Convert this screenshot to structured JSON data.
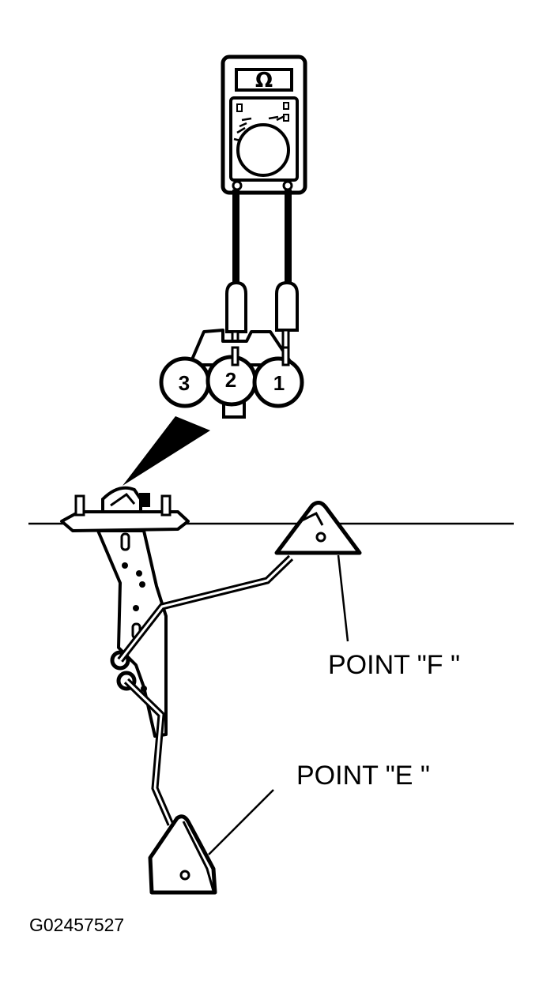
{
  "meter": {
    "unit_symbol": "Ω"
  },
  "connector": {
    "pins": [
      "3",
      "2",
      "1"
    ]
  },
  "callouts": {
    "point_f": "POINT \"F \"",
    "point_e": "POINT \"E \""
  },
  "figure_id": "G02457527"
}
